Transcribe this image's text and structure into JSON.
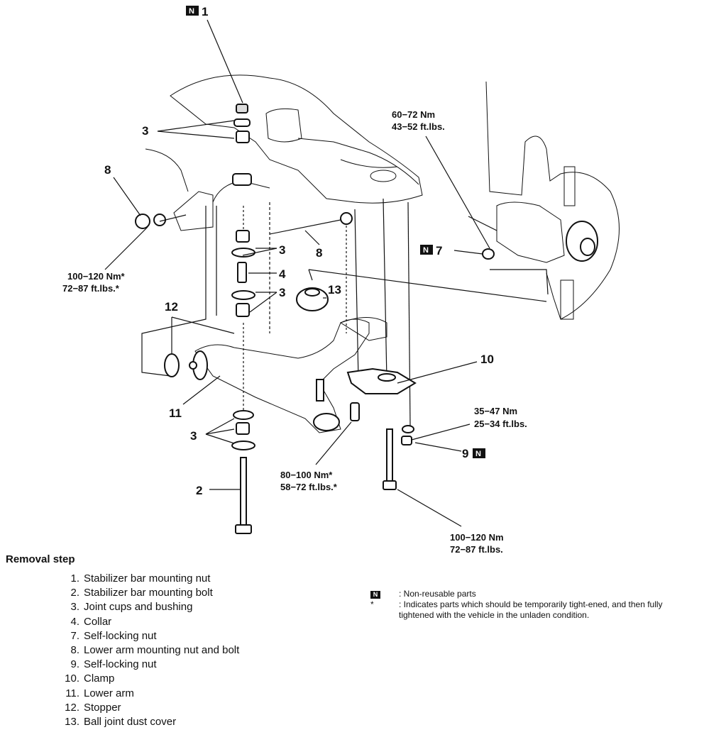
{
  "callouts": {
    "c1": "1",
    "c2": "2",
    "c3a": "3",
    "c3b": "3",
    "c3c": "3",
    "c3d": "3",
    "c4": "4",
    "c7": "7",
    "c8a": "8",
    "c8b": "8",
    "c9": "9",
    "c10": "10",
    "c11": "11",
    "c12": "12",
    "c13": "13"
  },
  "n_mark": "N",
  "torques": {
    "t7": {
      "nm": "60−72 Nm",
      "ftlbs": "43−52 ft.lbs."
    },
    "t8": {
      "nm": "100−120 Nm*",
      "ftlbs": "72−87 ft.lbs.*"
    },
    "t9": {
      "nm": "35−47 Nm",
      "ftlbs": "25−34 ft.lbs."
    },
    "t11": {
      "nm": "80−100 Nm*",
      "ftlbs": "58−72 ft.lbs.*"
    },
    "t2": {
      "nm": "100−120 Nm",
      "ftlbs": "72−87 ft.lbs."
    }
  },
  "removal": {
    "title": "Removal step",
    "steps": [
      {
        "num": "1.",
        "text": "Stabilizer bar mounting nut"
      },
      {
        "num": "2.",
        "text": "Stabilizer bar mounting bolt"
      },
      {
        "num": "3.",
        "text": "Joint cups and bushing"
      },
      {
        "num": "4.",
        "text": "Collar"
      },
      {
        "num": "7.",
        "text": "Self-locking nut"
      },
      {
        "num": "8.",
        "text": "Lower arm mounting nut and bolt"
      },
      {
        "num": "9.",
        "text": "Self-locking nut"
      },
      {
        "num": "10.",
        "text": "Clamp"
      },
      {
        "num": "11.",
        "text": "Lower arm"
      },
      {
        "num": "12.",
        "text": "Stopper"
      },
      {
        "num": "13.",
        "text": "Ball joint dust cover"
      }
    ]
  },
  "legend": {
    "n_text": ": Non-reusable parts",
    "star_key": "*",
    "star_text": ": Indicates parts which should be temporarily tight-ened, and then fully tightened with the vehicle in the unladen condition."
  }
}
